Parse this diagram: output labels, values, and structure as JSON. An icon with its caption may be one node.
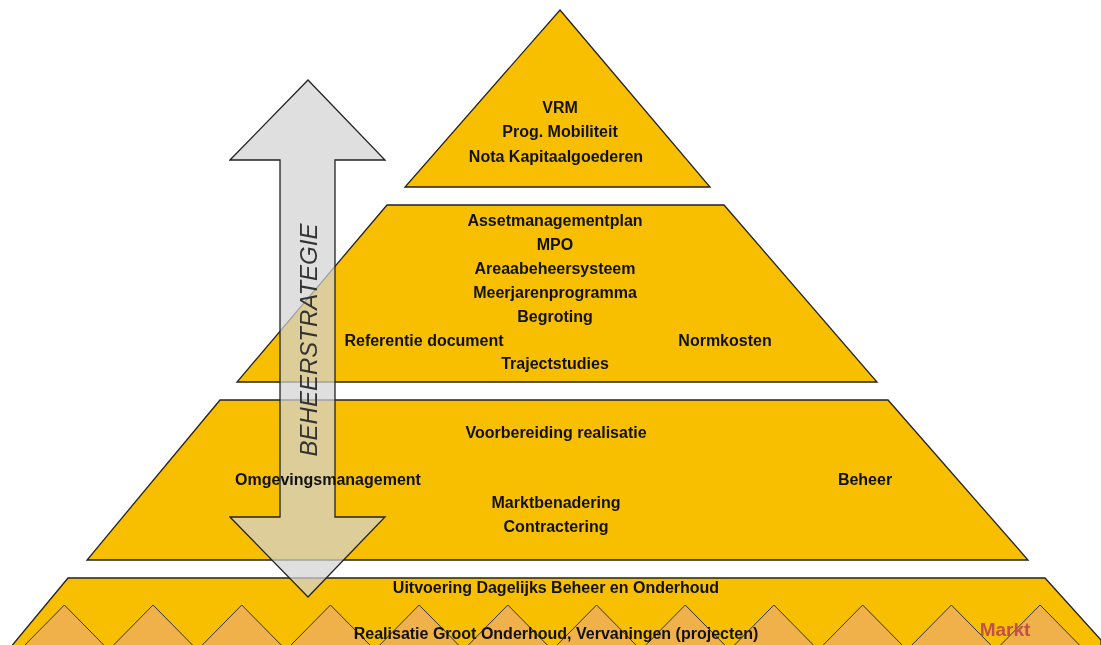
{
  "diagram": {
    "nodes": [
      {
        "text": [
          "VRM",
          "Prog. Mobiliteit",
          "Nota Kapitaalgoederen"
        ]
      },
      {
        "text": [
          "Assetmanagementplan",
          "MPO",
          "Areaabeheersysteem",
          "Meerjarenprogramma",
          "Begroting",
          "Referentie document",
          "Normkosten",
          "Trajectstudies"
        ]
      },
      {
        "text": [
          "Voorbereiding realisatie",
          "Omgevingsmanagement",
          "Beheer",
          "Marktbenadering",
          "Contractering"
        ]
      },
      {
        "text": [
          "Uitvoering Dagelijks Beheer en Onderhoud",
          "Realisatie Groot Onderhoud, Vervaningen (projecten)",
          "Markt"
        ]
      }
    ],
    "edges": [],
    "labels": [
      "BEHEERSTRATEGIE"
    ]
  }
}
